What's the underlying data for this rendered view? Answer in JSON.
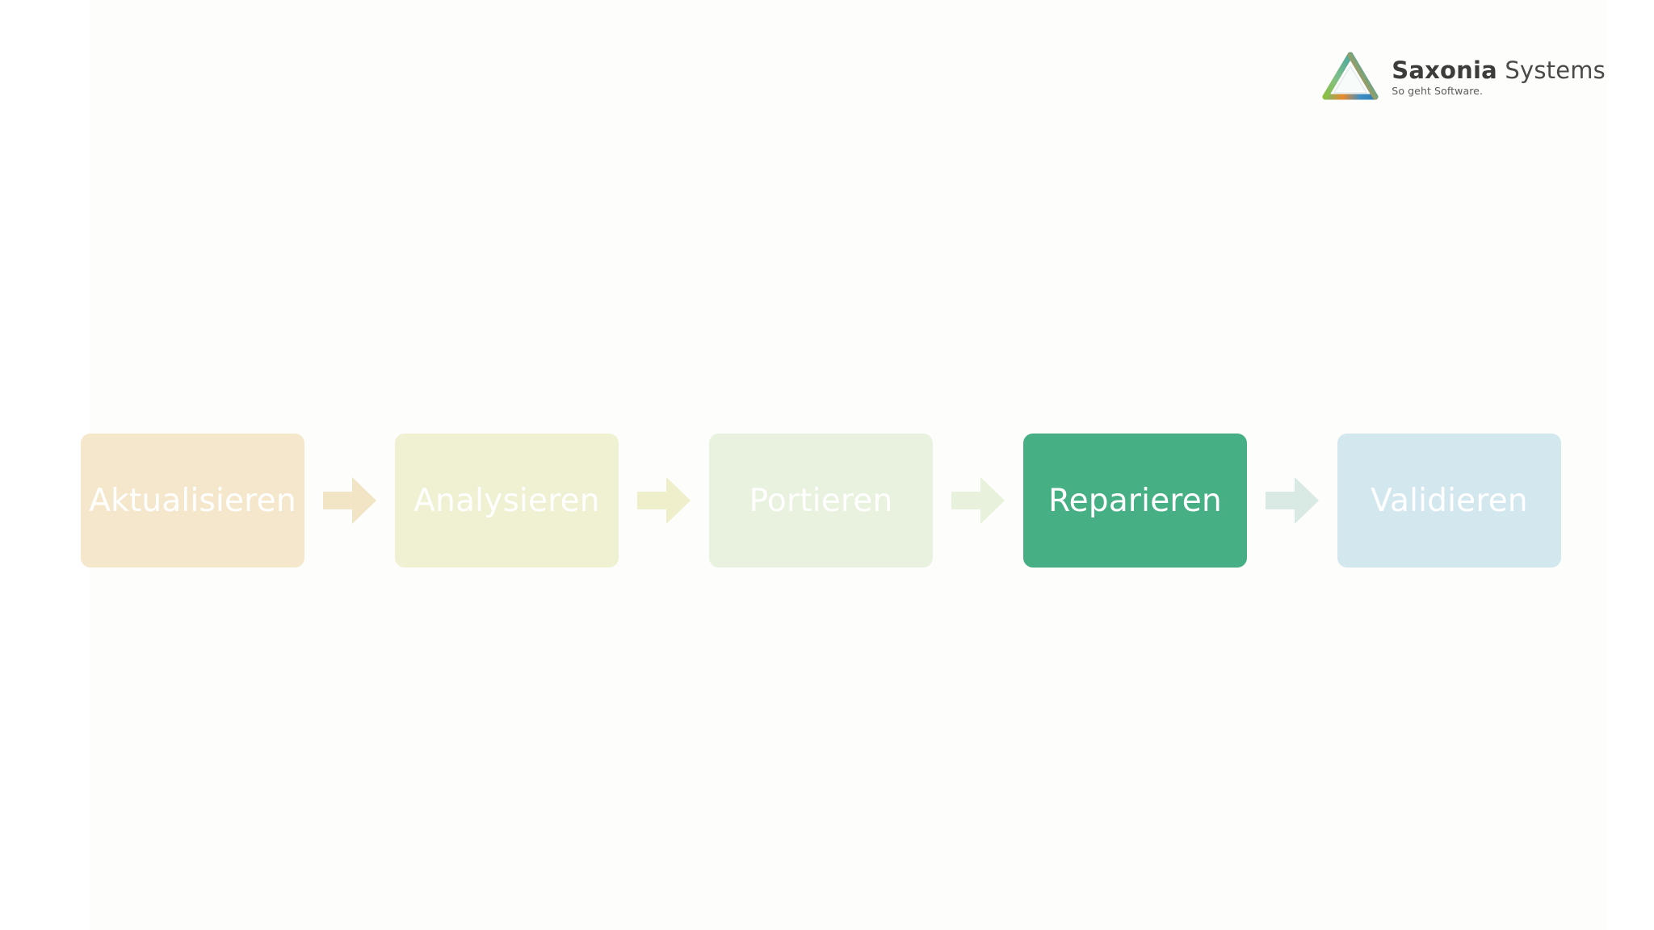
{
  "slide": {
    "background_color": "#ffffff",
    "panel_color": "#fdfdfc"
  },
  "logo": {
    "mark_name": "saxonia-triangle-logo",
    "wordmark_bold": "Saxonia",
    "wordmark_light": "Systems",
    "tagline": "So geht Software.",
    "text_color": "#3c3c3b",
    "mark_colors": {
      "green": "#8cbf3f",
      "teal": "#4aa8a0",
      "blue": "#3e8fc4",
      "orange": "#e88a2a",
      "yellow": "#f0c419"
    }
  },
  "process": {
    "name": "migration-process-flow",
    "active_index": 3,
    "steps": [
      {
        "label": "Aktualisieren",
        "fill": "#f5e7cc",
        "text_color": "#ffffff",
        "active": false
      },
      {
        "label": "Analysieren",
        "fill": "#f0f0d2",
        "text_color": "#ffffff",
        "active": false
      },
      {
        "label": "Portieren",
        "fill": "#e8f2de",
        "text_color": "#ffffff",
        "active": false
      },
      {
        "label": "Reparieren",
        "fill": "#46af84",
        "text_color": "#ffffff",
        "active": true
      },
      {
        "label": "Validieren",
        "fill": "#d3e7ee",
        "text_color": "#ffffff",
        "active": false
      }
    ],
    "arrows": [
      {
        "name": "arrow-aktualisieren-to-analysieren",
        "fill": "#f2e5c6"
      },
      {
        "name": "arrow-analysieren-to-portieren",
        "fill": "#efefcb"
      },
      {
        "name": "arrow-portieren-to-reparieren",
        "fill": "#e7f1dc"
      },
      {
        "name": "arrow-reparieren-to-validieren",
        "fill": "#d9eae4"
      }
    ]
  }
}
